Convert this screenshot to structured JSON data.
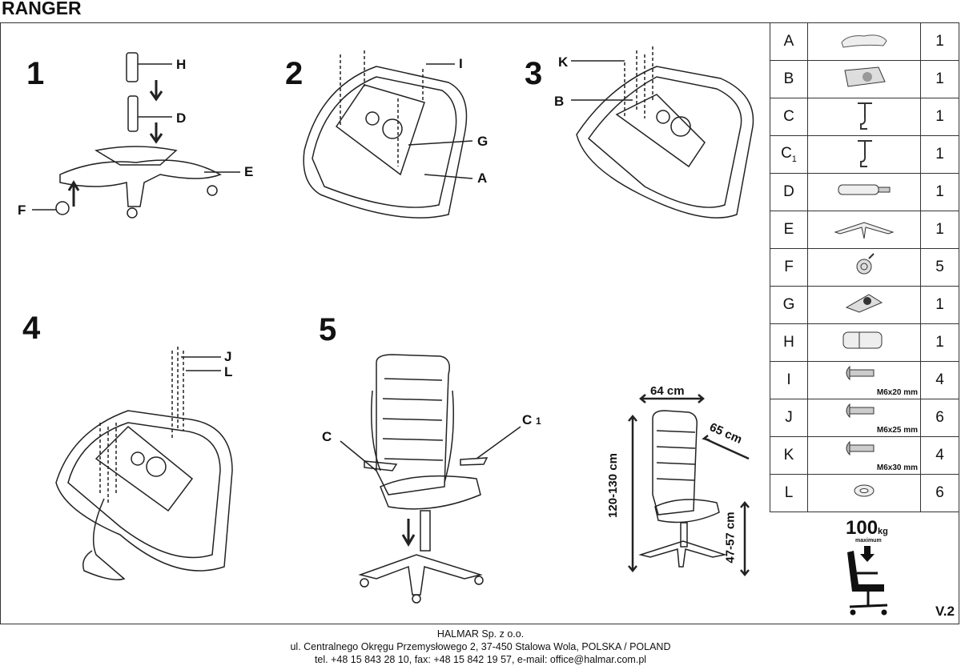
{
  "title": "RANGER",
  "steps": [
    "1",
    "2",
    "3",
    "4",
    "5"
  ],
  "labels": {
    "H": "H",
    "D": "D",
    "E": "E",
    "F": "F",
    "I": "I",
    "G": "G",
    "A": "A",
    "K": "K",
    "B": "B",
    "J": "J",
    "L": "L",
    "C": "C",
    "C1": "C",
    "C1_sub": "1"
  },
  "dimensions": {
    "width": "64 cm",
    "depth": "65 cm",
    "height": "120-130 cm",
    "seat_height": "47-57 cm"
  },
  "parts": [
    {
      "id": "A",
      "qty": "1",
      "icon": "seat-icon"
    },
    {
      "id": "B",
      "qty": "1",
      "icon": "mechanism-icon"
    },
    {
      "id": "C",
      "qty": "1",
      "icon": "armrest-icon"
    },
    {
      "id": "C",
      "sub": "1",
      "qty": "1",
      "icon": "armrest-icon"
    },
    {
      "id": "D",
      "qty": "1",
      "icon": "gas-lift-icon"
    },
    {
      "id": "E",
      "qty": "1",
      "icon": "base-icon"
    },
    {
      "id": "F",
      "qty": "5",
      "icon": "caster-icon"
    },
    {
      "id": "G",
      "qty": "1",
      "icon": "tilt-mechanism-icon"
    },
    {
      "id": "H",
      "qty": "1",
      "icon": "cover-icon"
    },
    {
      "id": "I",
      "qty": "4",
      "icon": "screw-icon",
      "size": "M6x20 mm"
    },
    {
      "id": "J",
      "qty": "6",
      "icon": "screw-icon",
      "size": "M6x25 mm"
    },
    {
      "id": "K",
      "qty": "4",
      "icon": "screw-icon",
      "size": "M6x30 mm"
    },
    {
      "id": "L",
      "qty": "6",
      "icon": "washer-icon"
    }
  ],
  "max_load": {
    "value": "100",
    "unit": "kg",
    "caption": "maximum"
  },
  "version": "V.2",
  "footer": {
    "company": "HALMAR Sp. z o.o.",
    "address": "ul. Centralnego Okręgu Przemysłowego 2, 37-450 Stalowa Wola, POLSKA / POLAND",
    "contact": "tel. +48 15 843 28 10, fax: +48 15 842 19 57, e-mail: office@halmar.com.pl"
  }
}
